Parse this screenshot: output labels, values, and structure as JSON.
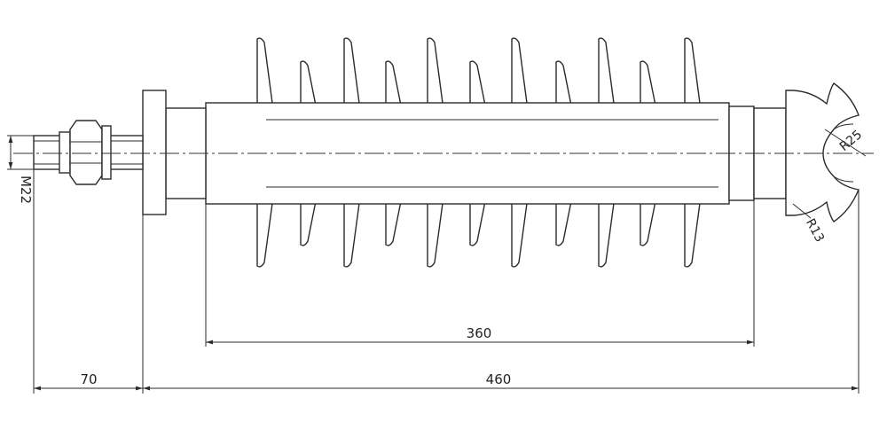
{
  "colors": {
    "line": "#2b2b2b",
    "background": "#ffffff"
  },
  "dimensions": {
    "thread": "M22",
    "overall_length": "460",
    "stud_length": "70",
    "insulation_distance": "360",
    "ball_radius": "R25",
    "socket_radius": "R13"
  }
}
